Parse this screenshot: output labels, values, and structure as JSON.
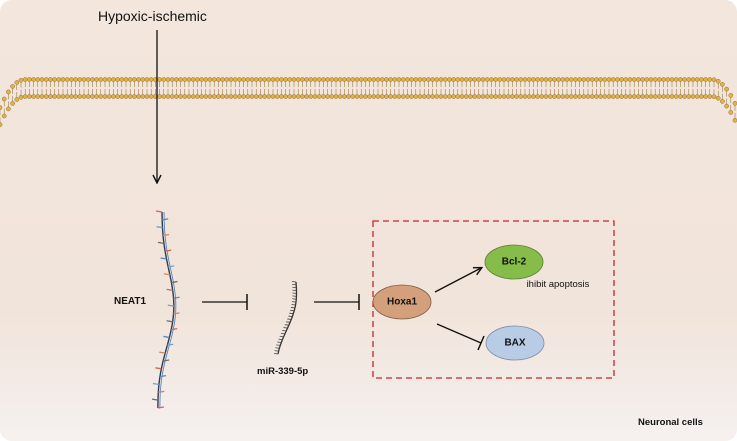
{
  "stimulus": "Hypoxic-ischemic",
  "lncrna": "NEAT1",
  "mirna": "miR-339-5p",
  "target": "Hoxa1",
  "anti_apoptotic": "Bcl-2",
  "pro_apoptotic": "BAX",
  "effect_text": "ihibit apoptosis",
  "cell_label": "Neuronal cells",
  "colors": {
    "background": "#f2e5db",
    "membrane": "#e0b14a",
    "hoxa1": "#d4a07c",
    "bcl2": "#86bc4a",
    "bax": "#b9cce6",
    "box_border": "#c1272d",
    "arrow": "#111111"
  }
}
